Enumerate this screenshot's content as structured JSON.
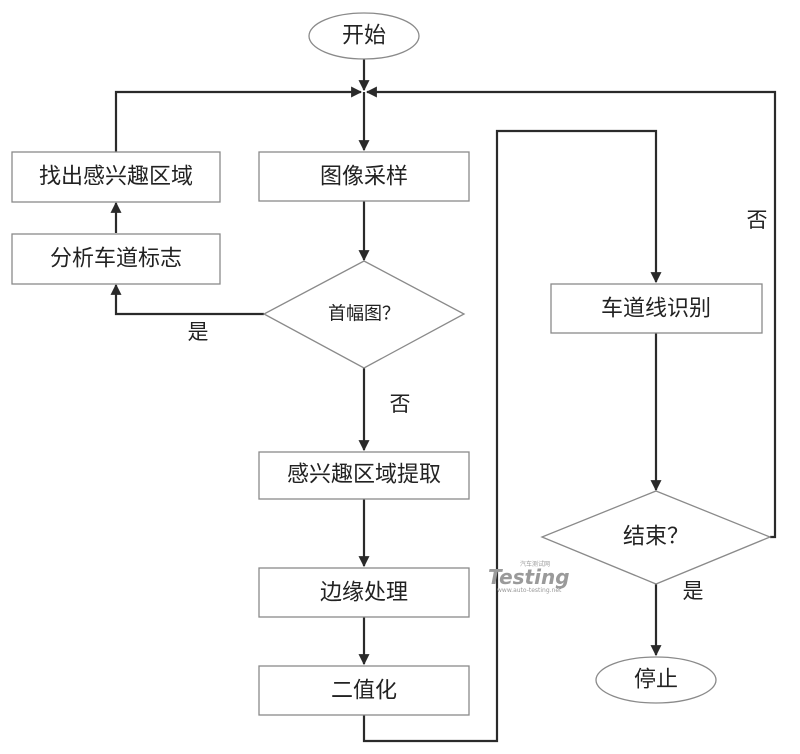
{
  "nodes": {
    "start": "开始",
    "image_sampling": "图像采样",
    "first_frame_question": "首幅图？",
    "analyze_lane_markings": "分析车道标志",
    "find_roi": "找出感兴趣区域",
    "roi_extraction": "感兴趣区域提取",
    "edge_processing": "边缘处理",
    "binarization": "二值化",
    "lane_recognition": "车道线识别",
    "end_question": "结束？",
    "stop": "停止"
  },
  "edge_labels": {
    "first_yes": "是",
    "first_no": "否",
    "end_no": "否",
    "end_yes": "是"
  },
  "watermark": {
    "brand": "Testing",
    "cn": "汽车测试网",
    "url": "www.auto-testing.net"
  },
  "colors": {
    "edge": "#2a2a2a",
    "border": "#8a8a8a",
    "text": "#222222",
    "watermark": "#9a9a9a"
  }
}
